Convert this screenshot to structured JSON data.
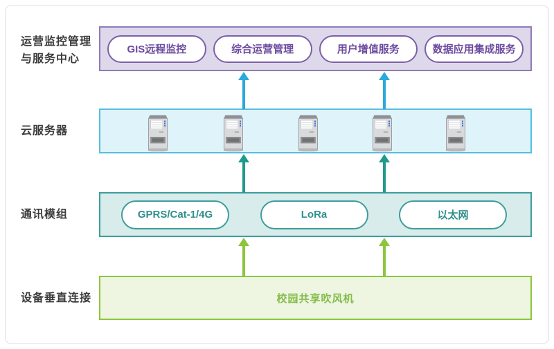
{
  "diagram_title": "IoT layered architecture diagram",
  "layers": {
    "operations": {
      "label_line1": "运营监控管理",
      "label_line2": "与服务中心",
      "pills": [
        "GIS远程监控",
        "综合运营管理",
        "用户增值服务",
        "数据应用集成服务"
      ]
    },
    "cloud": {
      "label": "云服务器",
      "server_count": 5
    },
    "comm": {
      "label": "通讯模组",
      "pills": [
        "GPRS/Cat-1/4G",
        "LoRa",
        "以太网"
      ]
    },
    "device": {
      "label": "设备垂直连接",
      "content": "校园共享吹风机"
    }
  },
  "colors": {
    "ops_band_bg": "#ded8eb",
    "ops_band_border": "#8f7bb8",
    "ops_text": "#6c4b9f",
    "cloud_band_bg": "#dff3fa",
    "cloud_band_border": "#55bfdd",
    "comm_band_bg": "#d8eceb",
    "comm_band_border": "#3d9e9c",
    "comm_text": "#2f8f8c",
    "device_band_bg": "#eef5e1",
    "device_band_border": "#8dc63f",
    "device_text": "#84bd4b",
    "arrow_up_cloud_to_ops": "#29a9dc",
    "arrow_up_comm_to_cloud": "#1f9b8b",
    "arrow_up_device_to_comm": "#8cc63e",
    "row_label_text": "#3c3c3c"
  }
}
